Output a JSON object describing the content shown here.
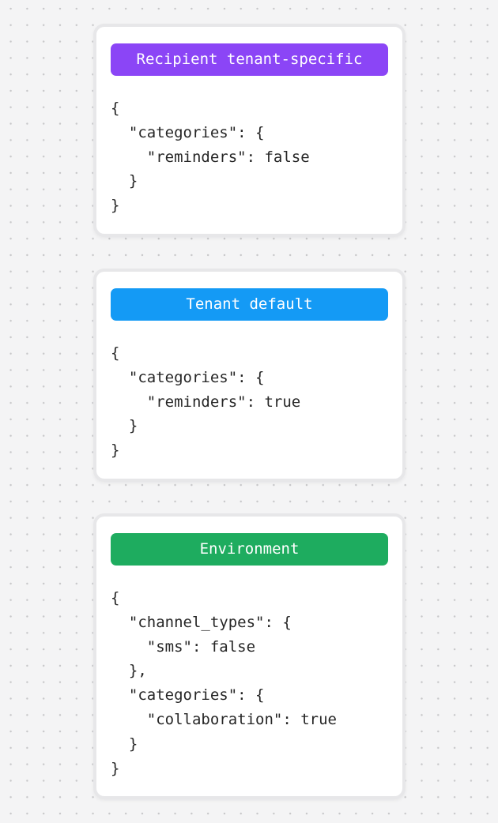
{
  "background": {
    "color": "#f4f4f5",
    "dot_color": "#c7c7c9"
  },
  "cards": [
    {
      "badge": {
        "label": "Recipient tenant-specific",
        "color": "#8B45F6"
      },
      "code": "{\n  \"categories\": {\n    \"reminders\": false\n  }\n}"
    },
    {
      "badge": {
        "label": "Tenant default",
        "color": "#149AF5"
      },
      "code": "{\n  \"categories\": {\n    \"reminders\": true\n  }\n}"
    },
    {
      "badge": {
        "label": "Environment",
        "color": "#1EAC5F"
      },
      "code": "{\n  \"channel_types\": {\n    \"sms\": false\n  },\n  \"categories\": {\n    \"collaboration\": true\n  }\n}"
    }
  ]
}
